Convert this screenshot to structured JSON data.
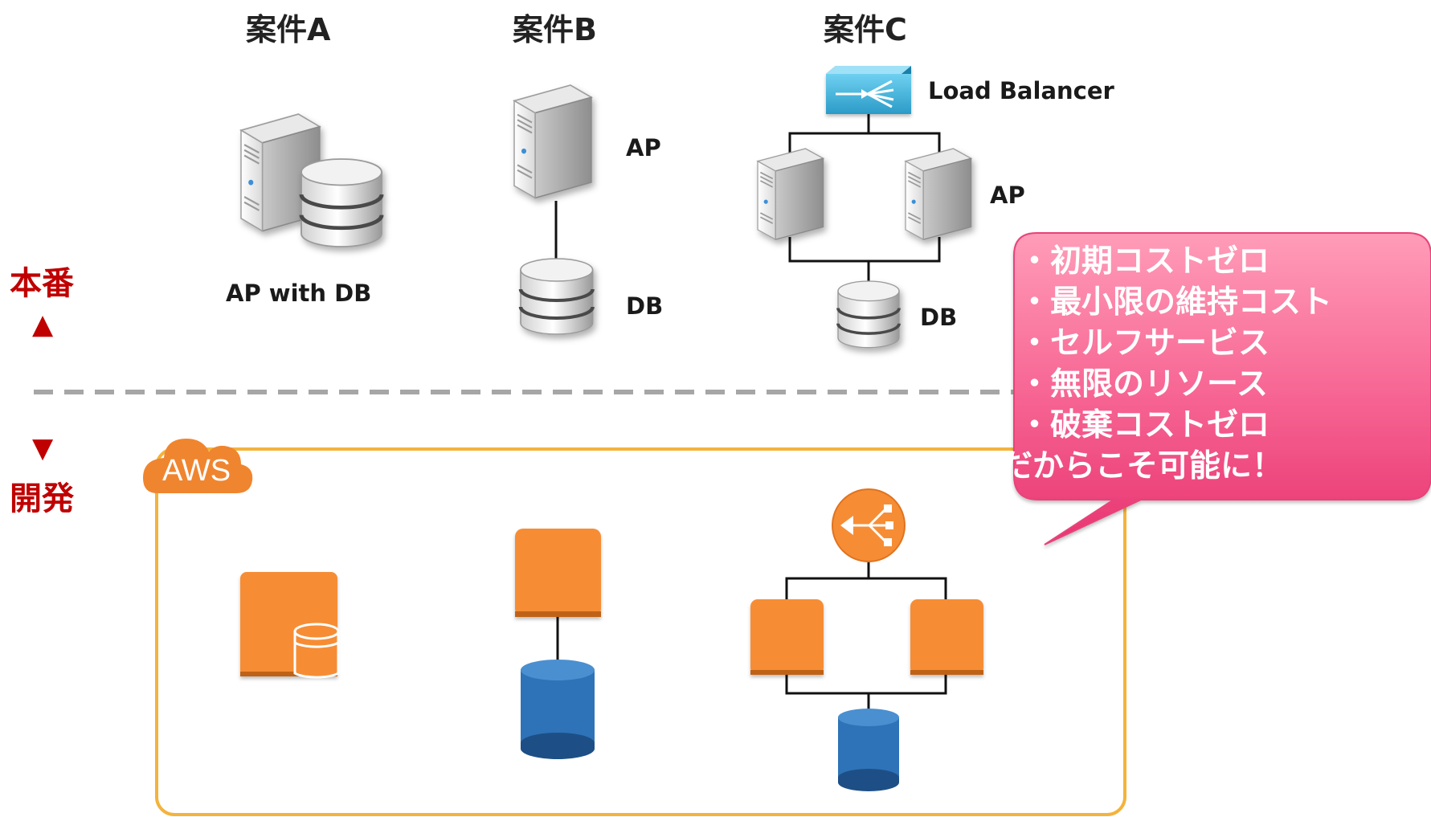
{
  "cases": {
    "a": {
      "title": "案件A",
      "label": "AP with DB"
    },
    "b": {
      "title": "案件B",
      "ap_label": "AP",
      "db_label": "DB"
    },
    "c": {
      "title": "案件C",
      "lb_label": "Load Balancer",
      "ap_label": "AP",
      "db_label": "DB"
    }
  },
  "sides": {
    "production": "本番",
    "production_arrow": "▲",
    "development_arrow": "▼",
    "development": "開発"
  },
  "aws": {
    "badge": "AWS"
  },
  "callout": {
    "lines": [
      "・初期コストゼロ",
      "・最小限の維持コスト",
      "・セルフサービス",
      "・無限のリソース",
      "・破棄コストゼロ",
      "だからこそ可能に！"
    ]
  },
  "colors": {
    "aws_orange": "#f68d35",
    "aws_blue": "#2e73b8",
    "aws_border": "#f3b33c",
    "callout_pink": "#f0487c",
    "accent_red": "#c00000",
    "lb_blue": "#3fb0d9"
  }
}
